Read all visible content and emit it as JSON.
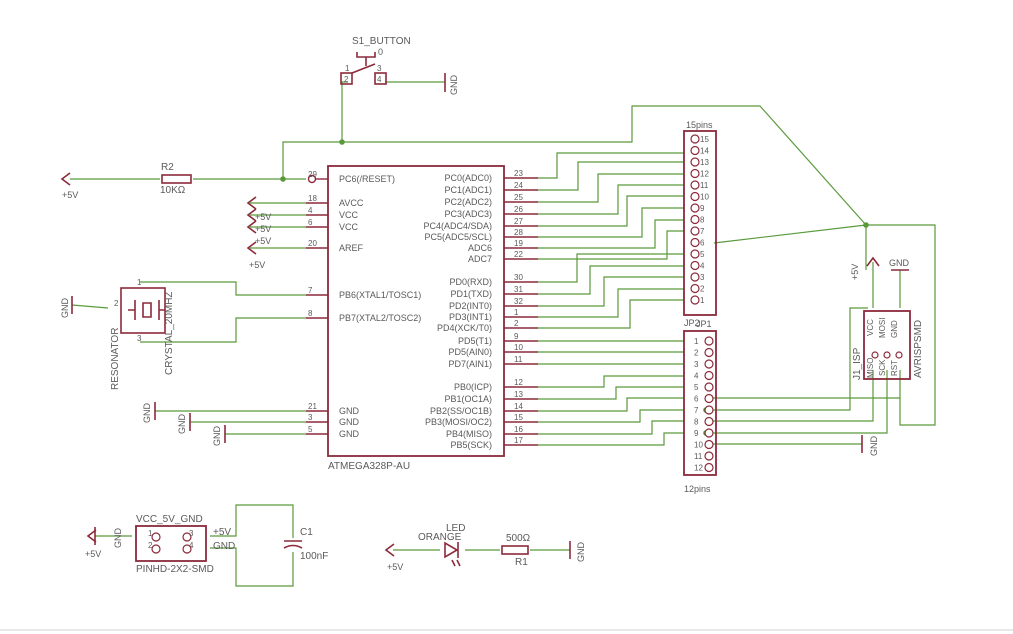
{
  "colors": {
    "wire": "#5a9a3c",
    "part": "#8b2a3a",
    "text": "#5a5a5a",
    "background": "#ffffff"
  },
  "mcu": {
    "name": "ATMEGA328P-AU",
    "left_pins": [
      {
        "label": "PC6(/RESET)",
        "num": "29"
      },
      {
        "label": "AVCC",
        "num": "18"
      },
      {
        "label": "VCC",
        "num": "4"
      },
      {
        "label": "VCC",
        "num": "6"
      },
      {
        "label": "AREF",
        "num": "20"
      },
      {
        "label": "PB6(XTAL1/TOSC1)",
        "num": "7"
      },
      {
        "label": "PB7(XTAL2/TOSC2)",
        "num": "8"
      },
      {
        "label": "GND",
        "num": "21"
      },
      {
        "label": "GND",
        "num": "3"
      },
      {
        "label": "GND",
        "num": "5"
      }
    ],
    "right_pins": [
      {
        "label": "PC0(ADC0)",
        "num": "23"
      },
      {
        "label": "PC1(ADC1)",
        "num": "24"
      },
      {
        "label": "PC2(ADC2)",
        "num": "25"
      },
      {
        "label": "PC3(ADC3)",
        "num": "26"
      },
      {
        "label": "PC4(ADC4/SDA)",
        "num": "27"
      },
      {
        "label": "PC5(ADC5/SCL)",
        "num": "28"
      },
      {
        "label": "ADC6",
        "num": "19"
      },
      {
        "label": "ADC7",
        "num": "22"
      },
      {
        "label": "PD0(RXD)",
        "num": "30"
      },
      {
        "label": "PD1(TXD)",
        "num": "31"
      },
      {
        "label": "PD2(INT0)",
        "num": "32"
      },
      {
        "label": "PD3(INT1)",
        "num": "1"
      },
      {
        "label": "PD4(XCK/T0)",
        "num": "2"
      },
      {
        "label": "PD5(T1)",
        "num": "9"
      },
      {
        "label": "PD5(AIN0)",
        "num": "10"
      },
      {
        "label": "PD7(AIN1)",
        "num": "11"
      },
      {
        "label": "PB0(ICP)",
        "num": "12"
      },
      {
        "label": "PB1(OC1A)",
        "num": "13"
      },
      {
        "label": "PB2(SS/OC1B)",
        "num": "14"
      },
      {
        "label": "PB3(MOSI/OC2)",
        "num": "15"
      },
      {
        "label": "PB4(MISO)",
        "num": "16"
      },
      {
        "label": "PB5(SCK)",
        "num": "17"
      }
    ]
  },
  "jp1": {
    "name": "JP1",
    "caption": "15pins",
    "pins": [
      "15",
      "14",
      "13",
      "12",
      "11",
      "10",
      "9",
      "8",
      "7",
      "6",
      "5",
      "4",
      "3",
      "2",
      "1"
    ]
  },
  "jp2": {
    "name": "JP2",
    "caption": "12pins",
    "pins": [
      "1",
      "2",
      "3",
      "4",
      "5",
      "6",
      "7",
      "8",
      "9",
      "10",
      "11",
      "12"
    ]
  },
  "isp": {
    "name": "J1_ISP",
    "value": "AVRISPSMD",
    "pin_labels": [
      "VCC",
      "MOSI",
      "GND",
      "MISO",
      "SCK",
      "RST"
    ]
  },
  "button": {
    "name": "S1_BUTTON",
    "value": "0",
    "pins": [
      "1",
      "2",
      "3",
      "4"
    ]
  },
  "r2": {
    "name": "R2",
    "value": "10KΩ"
  },
  "r1": {
    "name": "R1",
    "value": "500Ω"
  },
  "c1": {
    "name": "C1",
    "value": "100nF"
  },
  "led": {
    "name": "LED",
    "value": "ORANGE"
  },
  "crystal": {
    "name": "RESONATOR",
    "value": "CRYSTAL_20MHZ",
    "pins": [
      "1",
      "2",
      "3"
    ]
  },
  "power_header": {
    "name": "VCC_5V_GND",
    "value": "PINHD-2X2-SMD",
    "pins": [
      "1",
      "2",
      "3",
      "4"
    ],
    "net_plus": "+5V",
    "net_gnd": "GND"
  },
  "nets": {
    "vcc": "+5V",
    "gnd": "GND"
  }
}
